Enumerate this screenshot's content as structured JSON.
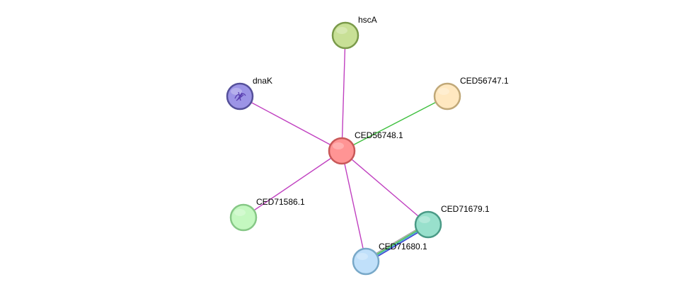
{
  "network": {
    "nodes": [
      {
        "id": "CED56748.1",
        "label": "CED56748.1",
        "fill": "#ff9494",
        "stroke": "#c85858",
        "center": true
      },
      {
        "id": "hscA",
        "label": "hscA",
        "fill": "#c8e096",
        "stroke": "#7a9a4a"
      },
      {
        "id": "dnaK",
        "label": "dnaK",
        "fill": "#9c94e6",
        "stroke": "#55509a",
        "has_structure": true
      },
      {
        "id": "CED56747.1",
        "label": "CED56747.1",
        "fill": "#ffe8c0",
        "stroke": "#c0a878"
      },
      {
        "id": "CED71586.1",
        "label": "CED71586.1",
        "fill": "#c4f8c0",
        "stroke": "#86c886"
      },
      {
        "id": "CED71679.1",
        "label": "CED71679.1",
        "fill": "#98e0cc",
        "stroke": "#4a9a86"
      },
      {
        "id": "CED71680.1",
        "label": "CED71680.1",
        "fill": "#c0e0fa",
        "stroke": "#78a8c8"
      }
    ],
    "edges": [
      {
        "source": "CED56748.1",
        "target": "hscA",
        "colors": [
          "#c040c0"
        ]
      },
      {
        "source": "CED56748.1",
        "target": "dnaK",
        "colors": [
          "#c040c0"
        ]
      },
      {
        "source": "CED56748.1",
        "target": "CED56747.1",
        "colors": [
          "#40c040"
        ]
      },
      {
        "source": "CED56748.1",
        "target": "CED71586.1",
        "colors": [
          "#c040c0"
        ]
      },
      {
        "source": "CED56748.1",
        "target": "CED71679.1",
        "colors": [
          "#c040c0"
        ]
      },
      {
        "source": "CED56748.1",
        "target": "CED71680.1",
        "colors": [
          "#c040c0"
        ]
      },
      {
        "source": "CED71679.1",
        "target": "CED71680.1",
        "colors": [
          "#3030d0",
          "#30a0c0",
          "#40c040",
          "#a0a0a0"
        ]
      }
    ]
  }
}
